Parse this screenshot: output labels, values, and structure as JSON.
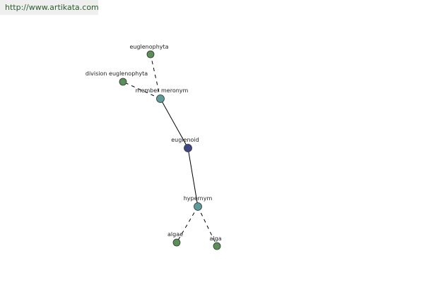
{
  "source_url": "http://www.artikata.com",
  "colors": {
    "related": "#5a8f57",
    "relation": "#5e9a9a",
    "focus": "#3c4585",
    "label": "#222222",
    "url": "#2e5a2e",
    "banner": "#efefef"
  },
  "nodes": [
    {
      "id": "euglenophyta",
      "label": "euglenophyta",
      "kind": "related"
    },
    {
      "id": "division-euglenophyta",
      "label": "division euglenophyta",
      "kind": "related"
    },
    {
      "id": "member-meronym",
      "label": "member meronym",
      "kind": "relation"
    },
    {
      "id": "euglenoid",
      "label": "euglenoid",
      "kind": "focus"
    },
    {
      "id": "hypernym",
      "label": "hypernym",
      "kind": "relation"
    },
    {
      "id": "algae",
      "label": "algae",
      "kind": "related"
    },
    {
      "id": "alga",
      "label": "alga",
      "kind": "related"
    }
  ],
  "edges": [
    {
      "from": "member-meronym",
      "to": "euglenophyta",
      "style": "dashed"
    },
    {
      "from": "member-meronym",
      "to": "division-euglenophyta",
      "style": "dashed"
    },
    {
      "from": "euglenoid",
      "to": "member-meronym",
      "style": "solid"
    },
    {
      "from": "euglenoid",
      "to": "hypernym",
      "style": "solid"
    },
    {
      "from": "hypernym",
      "to": "algae",
      "style": "dashed"
    },
    {
      "from": "hypernym",
      "to": "alga",
      "style": "dashed"
    }
  ]
}
